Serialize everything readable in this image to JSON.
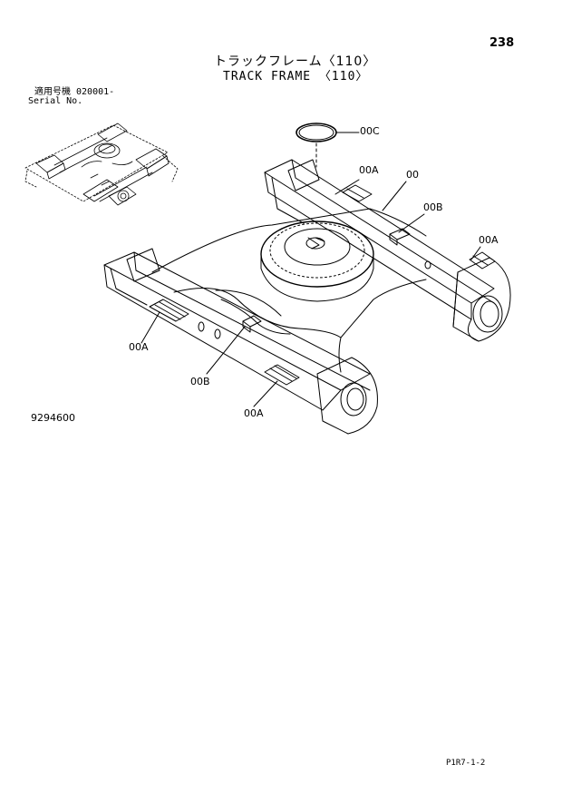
{
  "header": {
    "page_number": "238",
    "title_jp": "トラックフレーム〈110〉",
    "title_en": "TRACK FRAME 〈110〉"
  },
  "serial": {
    "label_jp": "適用号機 020001-",
    "label_en": "Serial No."
  },
  "drawing_number": "9294600",
  "footer_code": "P1R7-1-2",
  "callouts": {
    "c00C": "00C",
    "c00A_top": "00A",
    "c00": "00",
    "c00B_right": "00B",
    "c00A_right": "00A",
    "c00A_left": "00A",
    "c00B_bottom": "00B",
    "c00A_bottom": "00A"
  }
}
